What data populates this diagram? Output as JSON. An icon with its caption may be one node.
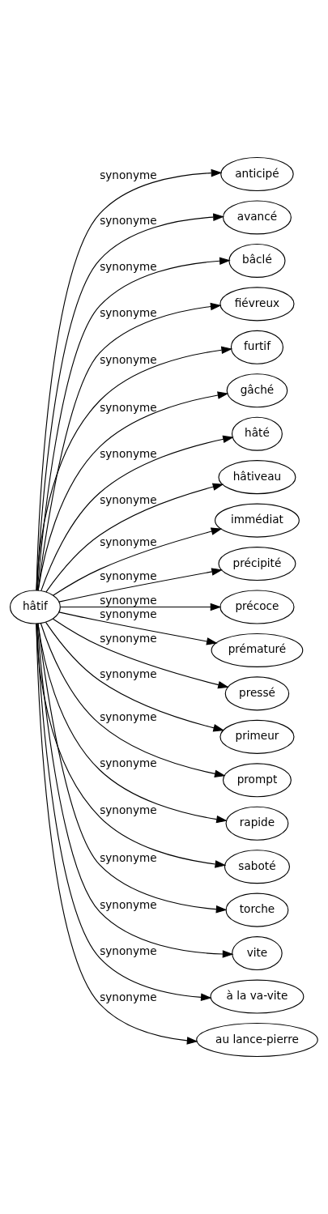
{
  "diagram": {
    "nodes": [
      {
        "text": [
          "hâtif"
        ]
      },
      {
        "text": [
          "anticipé"
        ]
      },
      {
        "text": [
          "avancé"
        ]
      },
      {
        "text": [
          "bâclé"
        ]
      },
      {
        "text": [
          "fiévreux"
        ]
      },
      {
        "text": [
          "furtif"
        ]
      },
      {
        "text": [
          "gâché"
        ]
      },
      {
        "text": [
          "hâté"
        ]
      },
      {
        "text": [
          "hâtiveau"
        ]
      },
      {
        "text": [
          "immédiat"
        ]
      },
      {
        "text": [
          "précipité"
        ]
      },
      {
        "text": [
          "précoce"
        ]
      },
      {
        "text": [
          "prématuré"
        ]
      },
      {
        "text": [
          "pressé"
        ]
      },
      {
        "text": [
          "primeur"
        ]
      },
      {
        "text": [
          "prompt"
        ]
      },
      {
        "text": [
          "rapide"
        ]
      },
      {
        "text": [
          "saboté"
        ]
      },
      {
        "text": [
          "torche"
        ]
      },
      {
        "text": [
          "vite"
        ]
      },
      {
        "text": [
          "à la va-vite"
        ]
      },
      {
        "text": [
          "au lance-pierre"
        ]
      }
    ],
    "edges": [
      {
        "from": 0,
        "to": 1,
        "arrow": "to",
        "label": "synonyme"
      },
      {
        "from": 0,
        "to": 2,
        "arrow": "to",
        "label": "synonyme"
      },
      {
        "from": 0,
        "to": 3,
        "arrow": "to",
        "label": "synonyme"
      },
      {
        "from": 0,
        "to": 4,
        "arrow": "to",
        "label": "synonyme"
      },
      {
        "from": 0,
        "to": 5,
        "arrow": "to",
        "label": "synonyme"
      },
      {
        "from": 0,
        "to": 6,
        "arrow": "to",
        "label": "synonyme"
      },
      {
        "from": 0,
        "to": 7,
        "arrow": "to",
        "label": "synonyme"
      },
      {
        "from": 0,
        "to": 8,
        "arrow": "to",
        "label": "synonyme"
      },
      {
        "from": 0,
        "to": 9,
        "arrow": "to",
        "label": "synonyme"
      },
      {
        "from": 0,
        "to": 10,
        "arrow": "to",
        "label": "synonyme"
      },
      {
        "from": 0,
        "to": 11,
        "arrow": "to",
        "label": "synonyme"
      },
      {
        "from": 0,
        "to": 12,
        "arrow": "to",
        "label": "synonyme"
      },
      {
        "from": 0,
        "to": 13,
        "arrow": "to",
        "label": "synonyme"
      },
      {
        "from": 0,
        "to": 14,
        "arrow": "to",
        "label": "synonyme"
      },
      {
        "from": 0,
        "to": 15,
        "arrow": "to",
        "label": "synonyme"
      },
      {
        "from": 0,
        "to": 16,
        "arrow": "to",
        "label": "synonyme"
      },
      {
        "from": 0,
        "to": 17,
        "arrow": "to",
        "label": "synonyme"
      },
      {
        "from": 0,
        "to": 18,
        "arrow": "to",
        "label": "synonyme"
      },
      {
        "from": 0,
        "to": 19,
        "arrow": "to",
        "label": "synonyme"
      },
      {
        "from": 0,
        "to": 20,
        "arrow": "to",
        "label": "synonyme"
      },
      {
        "from": 0,
        "to": 21,
        "arrow": "to",
        "label": "synonyme"
      }
    ]
  }
}
